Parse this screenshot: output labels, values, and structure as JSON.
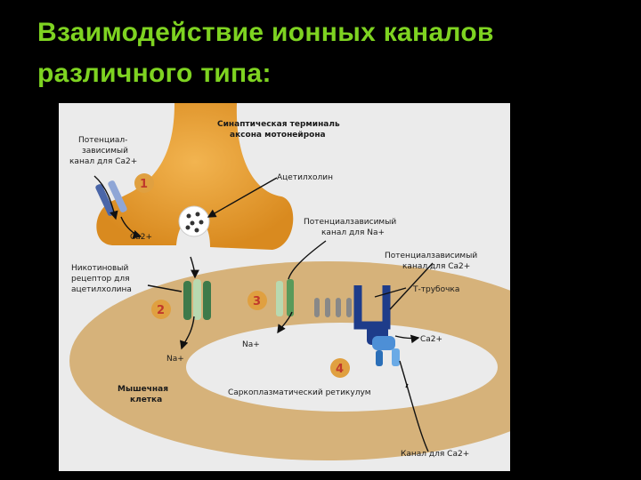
{
  "title_line1": "Взаимодействие ионных каналов",
  "title_line2": "различного типа:",
  "labels": {
    "terminal1": "Синаптическая терминаль",
    "terminal2": "аксона мотонейрона",
    "ca_channel1": "Потенциал-",
    "ca_channel2": "зависимый",
    "ca_channel3": "канал для Ca2+",
    "acetylcholine": "Ацетилхолин",
    "na_channel1": "Потенциалзависимый",
    "na_channel2": "канал для Na+",
    "ca_channel_b1": "Потенциалзависимый",
    "ca_channel_b2": "канал для Ca2+",
    "t_tubule": "Т-трубочка",
    "nicotinic1": "Никотиновый",
    "nicotinic2": "рецептор для",
    "nicotinic3": "ацетилхолина",
    "ca_in": "Ca2+",
    "na_left": "Na+",
    "na_mid": "Na+",
    "ca_right": "Ca2+",
    "muscle1": "Мышечная",
    "muscle2": "клетка",
    "sr": "Саркоплазматический ретикулум",
    "ca_release": "Канал для Ca2+"
  },
  "numbers": {
    "n1": "1",
    "n2": "2",
    "n3": "3",
    "n4": "4"
  },
  "colors": {
    "title": "#7ed321",
    "terminal": "#e8a63b",
    "muscle": "#d6b27a",
    "number_badge": "#e0a040",
    "number_text": "#c0392b"
  }
}
